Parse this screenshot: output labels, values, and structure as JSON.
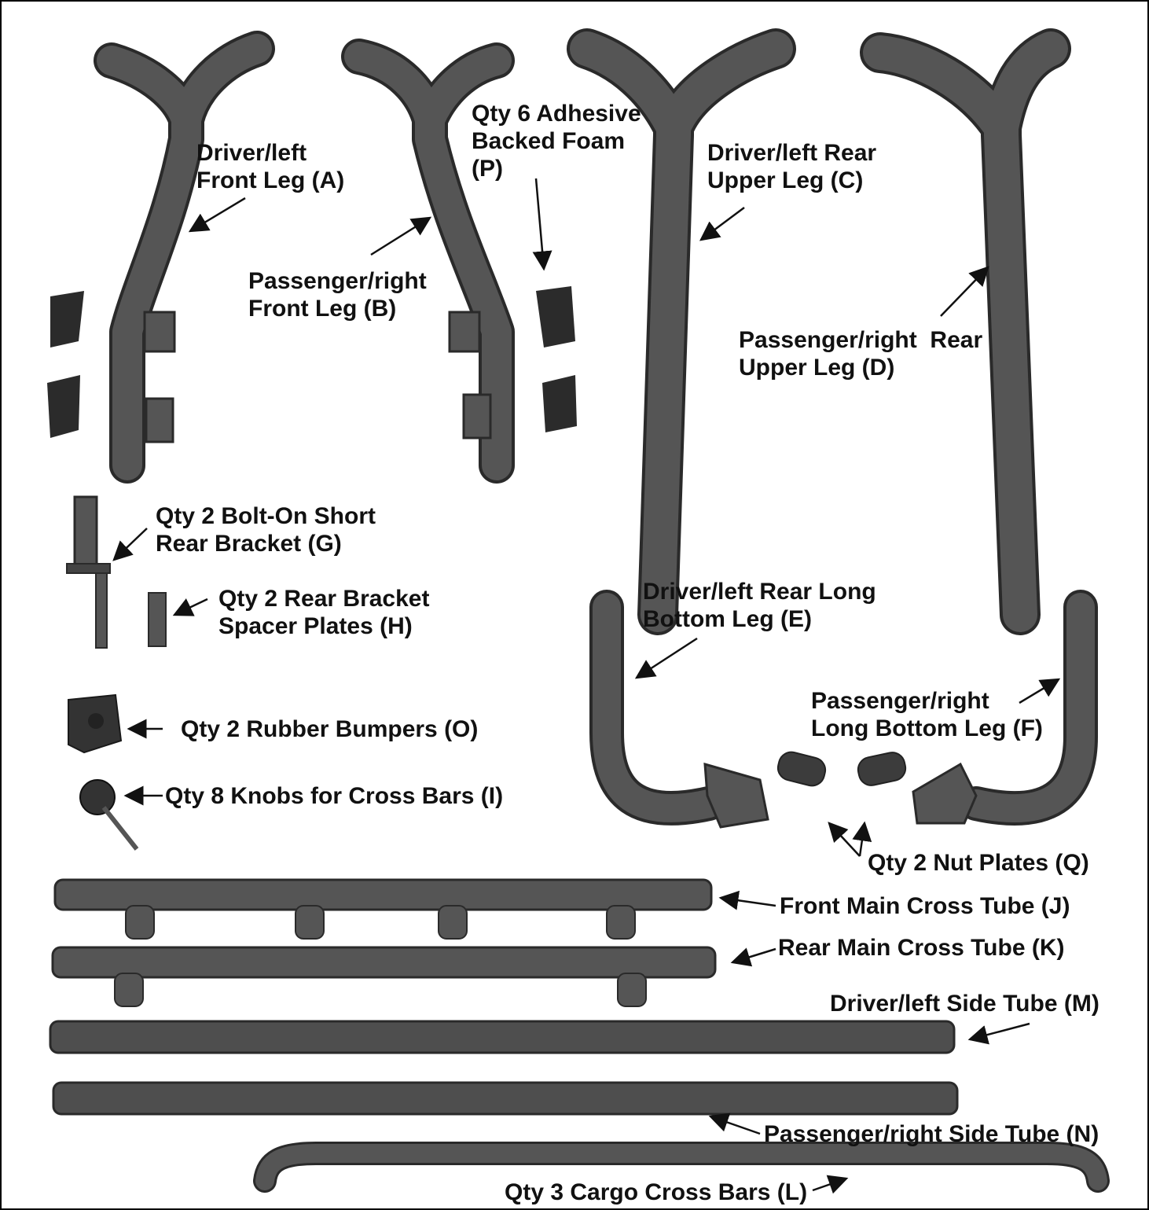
{
  "labels": {
    "a": [
      "Driver/left",
      "Front Leg (A)"
    ],
    "b": [
      "Passenger/right",
      "Front Leg (B)"
    ],
    "p": [
      "Qty 6 Adhesive",
      "Backed Foam",
      "(P)"
    ],
    "c": [
      "Driver/left Rear",
      "Upper Leg (C)"
    ],
    "d": [
      "Passenger/right  Rear",
      "Upper Leg (D)"
    ],
    "g": [
      "Qty 2 Bolt-On Short",
      "Rear Bracket (G)"
    ],
    "h": [
      "Qty 2 Rear Bracket",
      "Spacer Plates (H)"
    ],
    "e": [
      "Driver/left Rear Long",
      "Bottom Leg (E)"
    ],
    "f": [
      "Passenger/right",
      "Long Bottom Leg (F)"
    ],
    "o": "Qty 2 Rubber Bumpers (O)",
    "i": "Qty 8 Knobs for Cross Bars (I)",
    "q": "Qty 2 Nut Plates (Q)",
    "j": "Front Main Cross Tube (J)",
    "k": "Rear Main Cross Tube (K)",
    "m": "Driver/left Side Tube (M)",
    "n": "Passenger/right Side Tube (N)",
    "l": "Qty 3 Cargo Cross Bars (L)"
  },
  "colors": {
    "part": "#4a4a4a",
    "edge": "#2a2a2a",
    "foam": "#2b2b2b",
    "ink": "#111111"
  }
}
